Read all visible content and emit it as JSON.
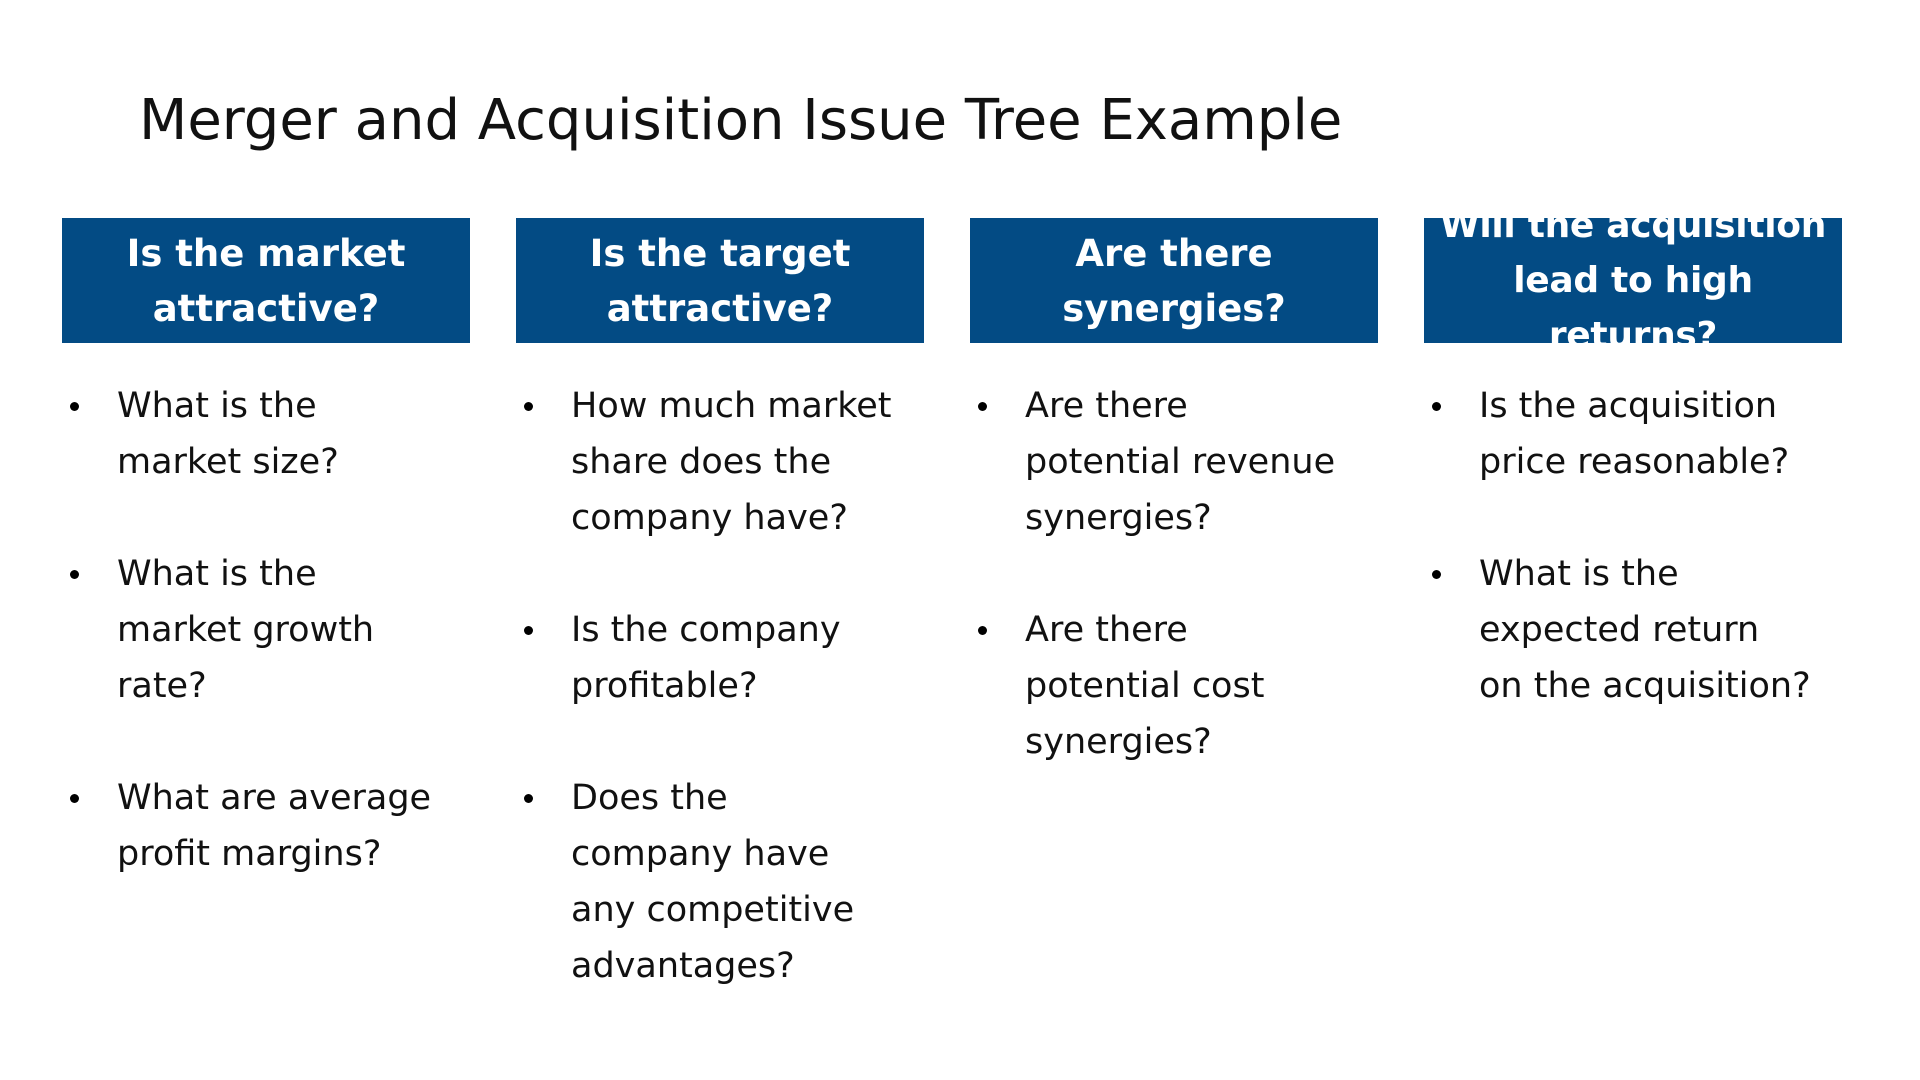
{
  "title": "Merger and Acquisition Issue Tree Example",
  "colors": {
    "header_bg": "#034b84",
    "header_text": "#ffffff",
    "body_text": "#111111"
  },
  "columns": [
    {
      "header": "Is the market\nattractive?",
      "bullets": [
        "What is the\nmarket size?",
        "What is the\nmarket growth\nrate?",
        "What are average\nprofit margins?"
      ]
    },
    {
      "header": "Is the target\nattractive?",
      "bullets": [
        "How much market\nshare does the\ncompany have?",
        "Is the company\nprofitable?",
        "Does the\ncompany have\nany competitive\nadvantages?"
      ]
    },
    {
      "header": "Are there\nsynergies?",
      "bullets": [
        "Are there\npotential revenue\nsynergies?",
        "Are there\npotential cost\nsynergies?"
      ]
    },
    {
      "header": "Will the acquisition\nlead to high returns?",
      "bullets": [
        "Is the acquisition\nprice reasonable?",
        "What is the\nexpected return\non the acquisition?"
      ]
    }
  ]
}
